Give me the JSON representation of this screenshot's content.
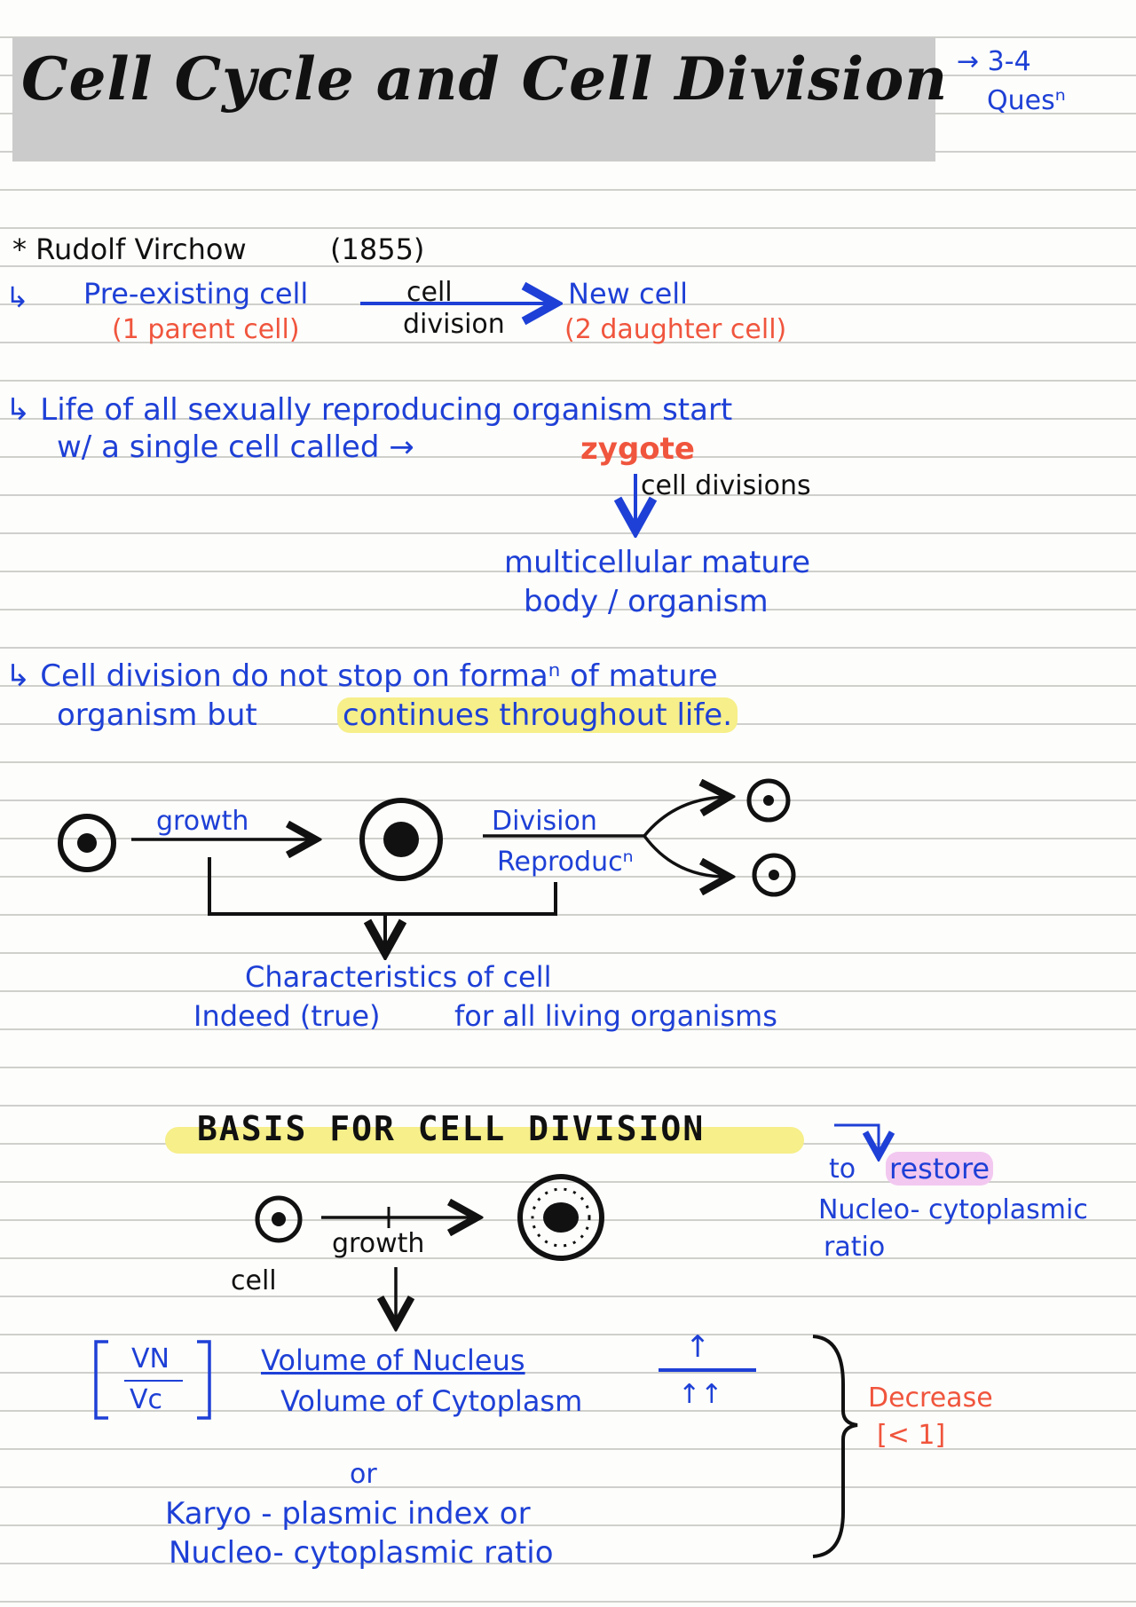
{
  "title": "Cell Cycle and Cell Division",
  "side_note": {
    "arrow": "→ 3-4",
    "text": "Quesⁿ"
  },
  "virchow": {
    "heading": "* Rudolf Virchow",
    "year": "(1855)",
    "bullet": "↳",
    "pre_existing": "Pre-existing cell",
    "parent": "(1 parent cell)",
    "arrow_top": "cell",
    "arrow_bottom": "division",
    "new_cell": "New cell",
    "daughter": "(2 daughter cell)"
  },
  "life": {
    "line1": "↳ Life of  all  sexually reproducing organism  start",
    "line2_a": "w/ a  single  cell  called →",
    "zygote": "zygote",
    "divisions": "cell  divisions",
    "mature1": "multicellular mature",
    "mature2": "body / organism"
  },
  "continues": {
    "line1": "↳ Cell division  do not  stop  on formaⁿ of  mature",
    "line2_a": "organism  but",
    "highlight": "continues throughout life."
  },
  "growth_diagram": {
    "growth": "growth",
    "division": "Division",
    "reproduction": "Reproducⁿ",
    "char1": "Characteristics  of cell",
    "char2_a": "Indeed (true)",
    "char2_b": "for all living organisms"
  },
  "basis": {
    "heading": "BASIS  FOR  CELL  DIVISION",
    "restore_a": "to",
    "restore_b": "restore",
    "restore2": "Nucleo- cytoplasmic",
    "restore3": "ratio",
    "cell": "cell",
    "growth": "growth"
  },
  "ratio": {
    "vn": "VN",
    "vc": "Vc",
    "numerator": "Volume of Nucleus",
    "denominator": "Volume of Cytoplasm",
    "up_num": "↑",
    "up_den": "↑↑",
    "decrease": "Decrease",
    "lt1": "[< 1]",
    "or": "or",
    "karyo": "Karyo - plasmic  index  or",
    "nucleo": "Nucleo- cytoplasmic  ratio"
  }
}
